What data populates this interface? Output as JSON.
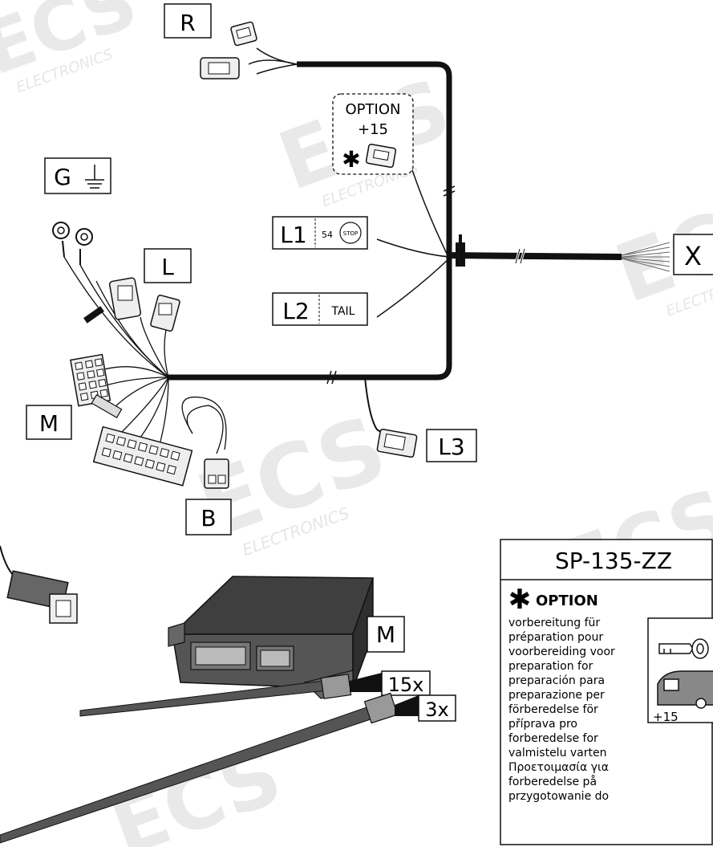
{
  "diagram": {
    "labels": {
      "R": "R",
      "G": "G",
      "L": "L",
      "M_top": "M",
      "B": "B",
      "L1": "L1",
      "L1_num": "54",
      "L1_stop": "STOP",
      "L2": "L2",
      "L2_tail": "TAIL",
      "L3": "L3",
      "X": "X",
      "M_module": "M",
      "option_line1": "OPTION",
      "option_line2": "+15",
      "star": "✱",
      "tie_15": "15x",
      "tie_3": "3x"
    },
    "watermark": {
      "logo": "ECS",
      "text": "ELECTRONICS"
    }
  },
  "info_box": {
    "title": "SP-135-ZZ",
    "option_label": "OPTION",
    "star": "✱",
    "plus15": "+15",
    "languages": [
      "vorbereitung für",
      "préparation pour",
      "voorbereiding voor",
      "preparation for",
      "preparación para",
      "preparazione per",
      "förberedelse för",
      "příprava pro",
      "forberedelse for",
      "valmistelu varten",
      "Προετοιμασία για",
      "forberedelse på",
      "przygotowanie do"
    ]
  }
}
